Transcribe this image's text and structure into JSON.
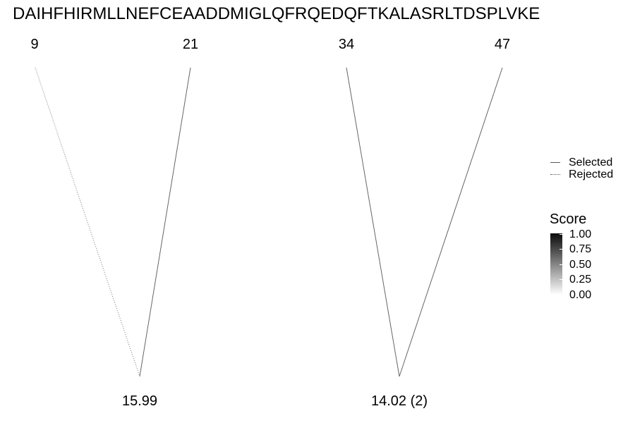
{
  "sequence": "DAIHFHIRMLLNEFCEAADDMIGLQFRQEDQFTKALASRLTDSPLVKE",
  "sites": [
    "9",
    "21",
    "34",
    "47"
  ],
  "links": [
    {
      "from": "9",
      "to": "15.99",
      "status": "Rejected"
    },
    {
      "from": "21",
      "to": "15.99",
      "status": "Selected"
    },
    {
      "from": "34",
      "to": "14.02 (2)",
      "status": "Selected"
    },
    {
      "from": "47",
      "to": "14.02 (2)",
      "status": "Selected"
    }
  ],
  "masses": [
    "15.99",
    "14.02 (2)"
  ],
  "legend": {
    "selected": "Selected",
    "rejected": "Rejected"
  },
  "colorbar": {
    "title": "Score",
    "ticks": [
      "1.00",
      "0.75",
      "0.50",
      "0.25",
      "0.00"
    ],
    "colors": [
      "#0a0a0a",
      "#ffffff"
    ]
  }
}
